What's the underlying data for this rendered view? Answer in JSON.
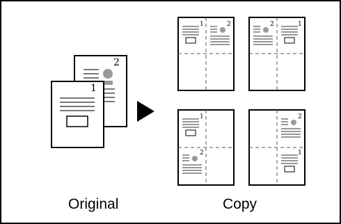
{
  "labels": {
    "original": "Original",
    "copy": "Copy"
  },
  "page_numbers": {
    "one": "1",
    "two": "2"
  },
  "icons": [
    "document-icon",
    "arrow-right-icon",
    "page-layout-icon"
  ],
  "colors": {
    "border": "#000000",
    "text_lines": "#777777",
    "dashed": "#555555",
    "figure": "#9a9a9a"
  }
}
